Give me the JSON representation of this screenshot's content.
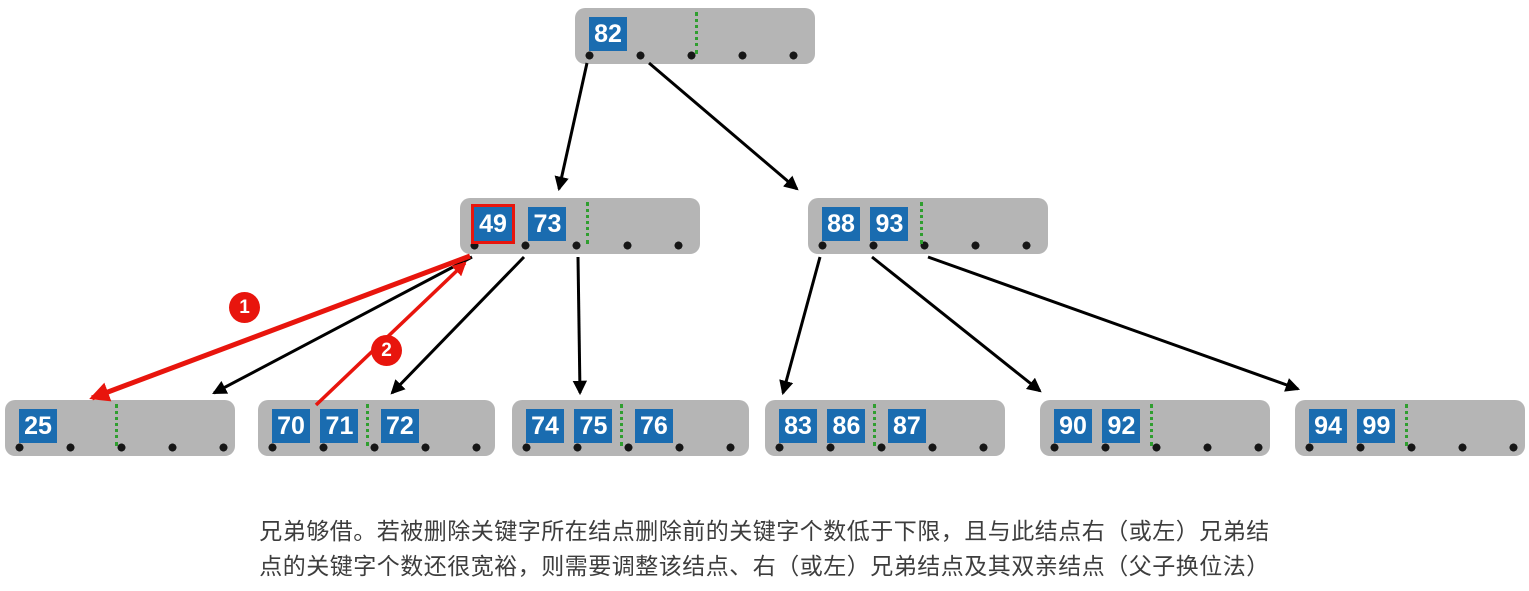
{
  "tree": {
    "nodes": {
      "root": {
        "keys": [
          "82"
        ]
      },
      "internal_left": {
        "keys": [
          "49",
          "73"
        ],
        "highlighted_key": "49"
      },
      "internal_right": {
        "keys": [
          "88",
          "93"
        ]
      },
      "leaf_25": {
        "keys": [
          "25"
        ]
      },
      "leaf_70_71_72": {
        "keys": [
          "70",
          "71",
          "72"
        ]
      },
      "leaf_74_75_76": {
        "keys": [
          "74",
          "75",
          "76"
        ]
      },
      "leaf_83_86_87": {
        "keys": [
          "83",
          "86",
          "87"
        ]
      },
      "leaf_90_92": {
        "keys": [
          "90",
          "92"
        ]
      },
      "leaf_94_99": {
        "keys": [
          "94",
          "99"
        ]
      }
    },
    "edges": [
      {
        "from": "root",
        "to": "internal_left"
      },
      {
        "from": "root",
        "to": "internal_right"
      },
      {
        "from": "internal_left",
        "to": "leaf_25"
      },
      {
        "from": "internal_left",
        "to": "leaf_70_71_72"
      },
      {
        "from": "internal_left",
        "to": "leaf_74_75_76"
      },
      {
        "from": "internal_right",
        "to": "leaf_83_86_87"
      },
      {
        "from": "internal_right",
        "to": "leaf_90_92"
      },
      {
        "from": "internal_right",
        "to": "leaf_94_99"
      }
    ],
    "operation_arrows": [
      {
        "badge": "1",
        "from": "internal_left key 49",
        "to": "leaf_25"
      },
      {
        "badge": "2",
        "from": "leaf_70_71_72",
        "to": "internal_left key 49"
      }
    ]
  },
  "badges": [
    {
      "label": "1"
    },
    {
      "label": "2"
    }
  ],
  "caption": {
    "line1": "兄弟够借。若被删除关键字所在结点删除前的关键字个数低于下限，且与此结点右（或左）兄弟结",
    "line2": "点的关键字个数还很宽裕，则需要调整该结点、右（或左）兄弟结点及其双亲结点（父子换位法）"
  },
  "colors": {
    "node_background": "#b5b5b5",
    "key_background": "#1a6cb0",
    "key_text": "#ffffff",
    "divider_green": "#2f9e2f",
    "edge_black": "#000000",
    "highlight_red": "#e8150d"
  }
}
